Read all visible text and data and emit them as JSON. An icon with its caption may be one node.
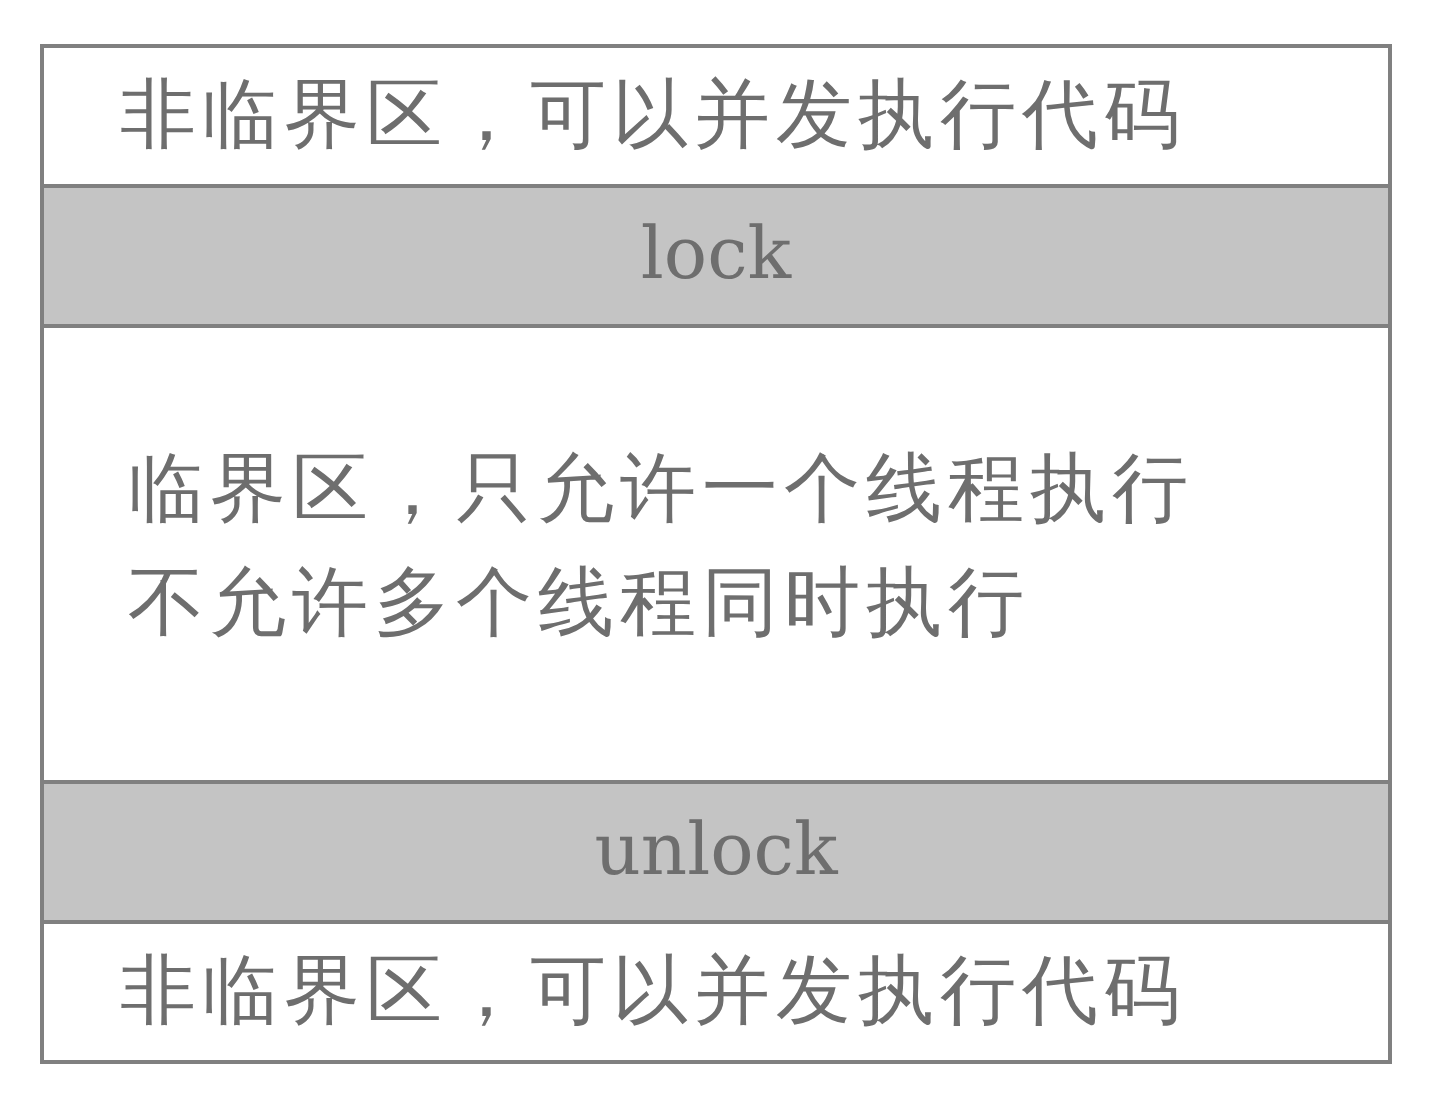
{
  "diagram": {
    "nodes": [
      {
        "text": [
          "非临界区，可以并发执行代码"
        ]
      },
      {
        "text": [
          "lock"
        ]
      },
      {
        "text": [
          "临界区，只允许一个线程执行",
          "不允许多个线程同时执行"
        ]
      },
      {
        "text": [
          "unlock"
        ]
      },
      {
        "text": [
          "非临界区，可以并发执行代码"
        ]
      }
    ]
  }
}
